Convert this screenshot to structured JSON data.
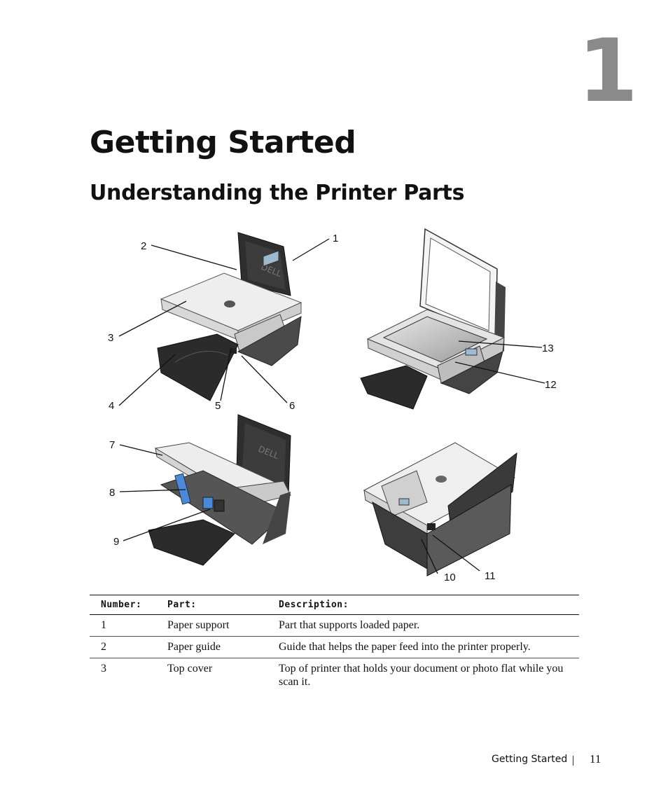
{
  "chapter": {
    "number": "1",
    "title": "Getting Started"
  },
  "section": {
    "title": "Understanding the Printer Parts"
  },
  "figure": {
    "callouts": [
      "1",
      "2",
      "3",
      "4",
      "5",
      "6",
      "7",
      "8",
      "9",
      "10",
      "11",
      "12",
      "13"
    ],
    "logo_text": "DELL"
  },
  "table": {
    "headers": {
      "number": "Number:",
      "part": "Part:",
      "description": "Description:"
    },
    "rows": [
      {
        "number": "1",
        "part": "Paper support",
        "description": "Part that supports loaded paper."
      },
      {
        "number": "2",
        "part": "Paper guide",
        "description": "Guide that helps the paper feed into the printer properly."
      },
      {
        "number": "3",
        "part": "Top cover",
        "description": "Top of printer that holds your document or photo flat while you scan it."
      }
    ]
  },
  "footer": {
    "running_title": "Getting Started",
    "page_number": "11"
  },
  "colors": {
    "chapter_number": "#8a8a8a",
    "accent_blue": "#4a8ad8"
  }
}
